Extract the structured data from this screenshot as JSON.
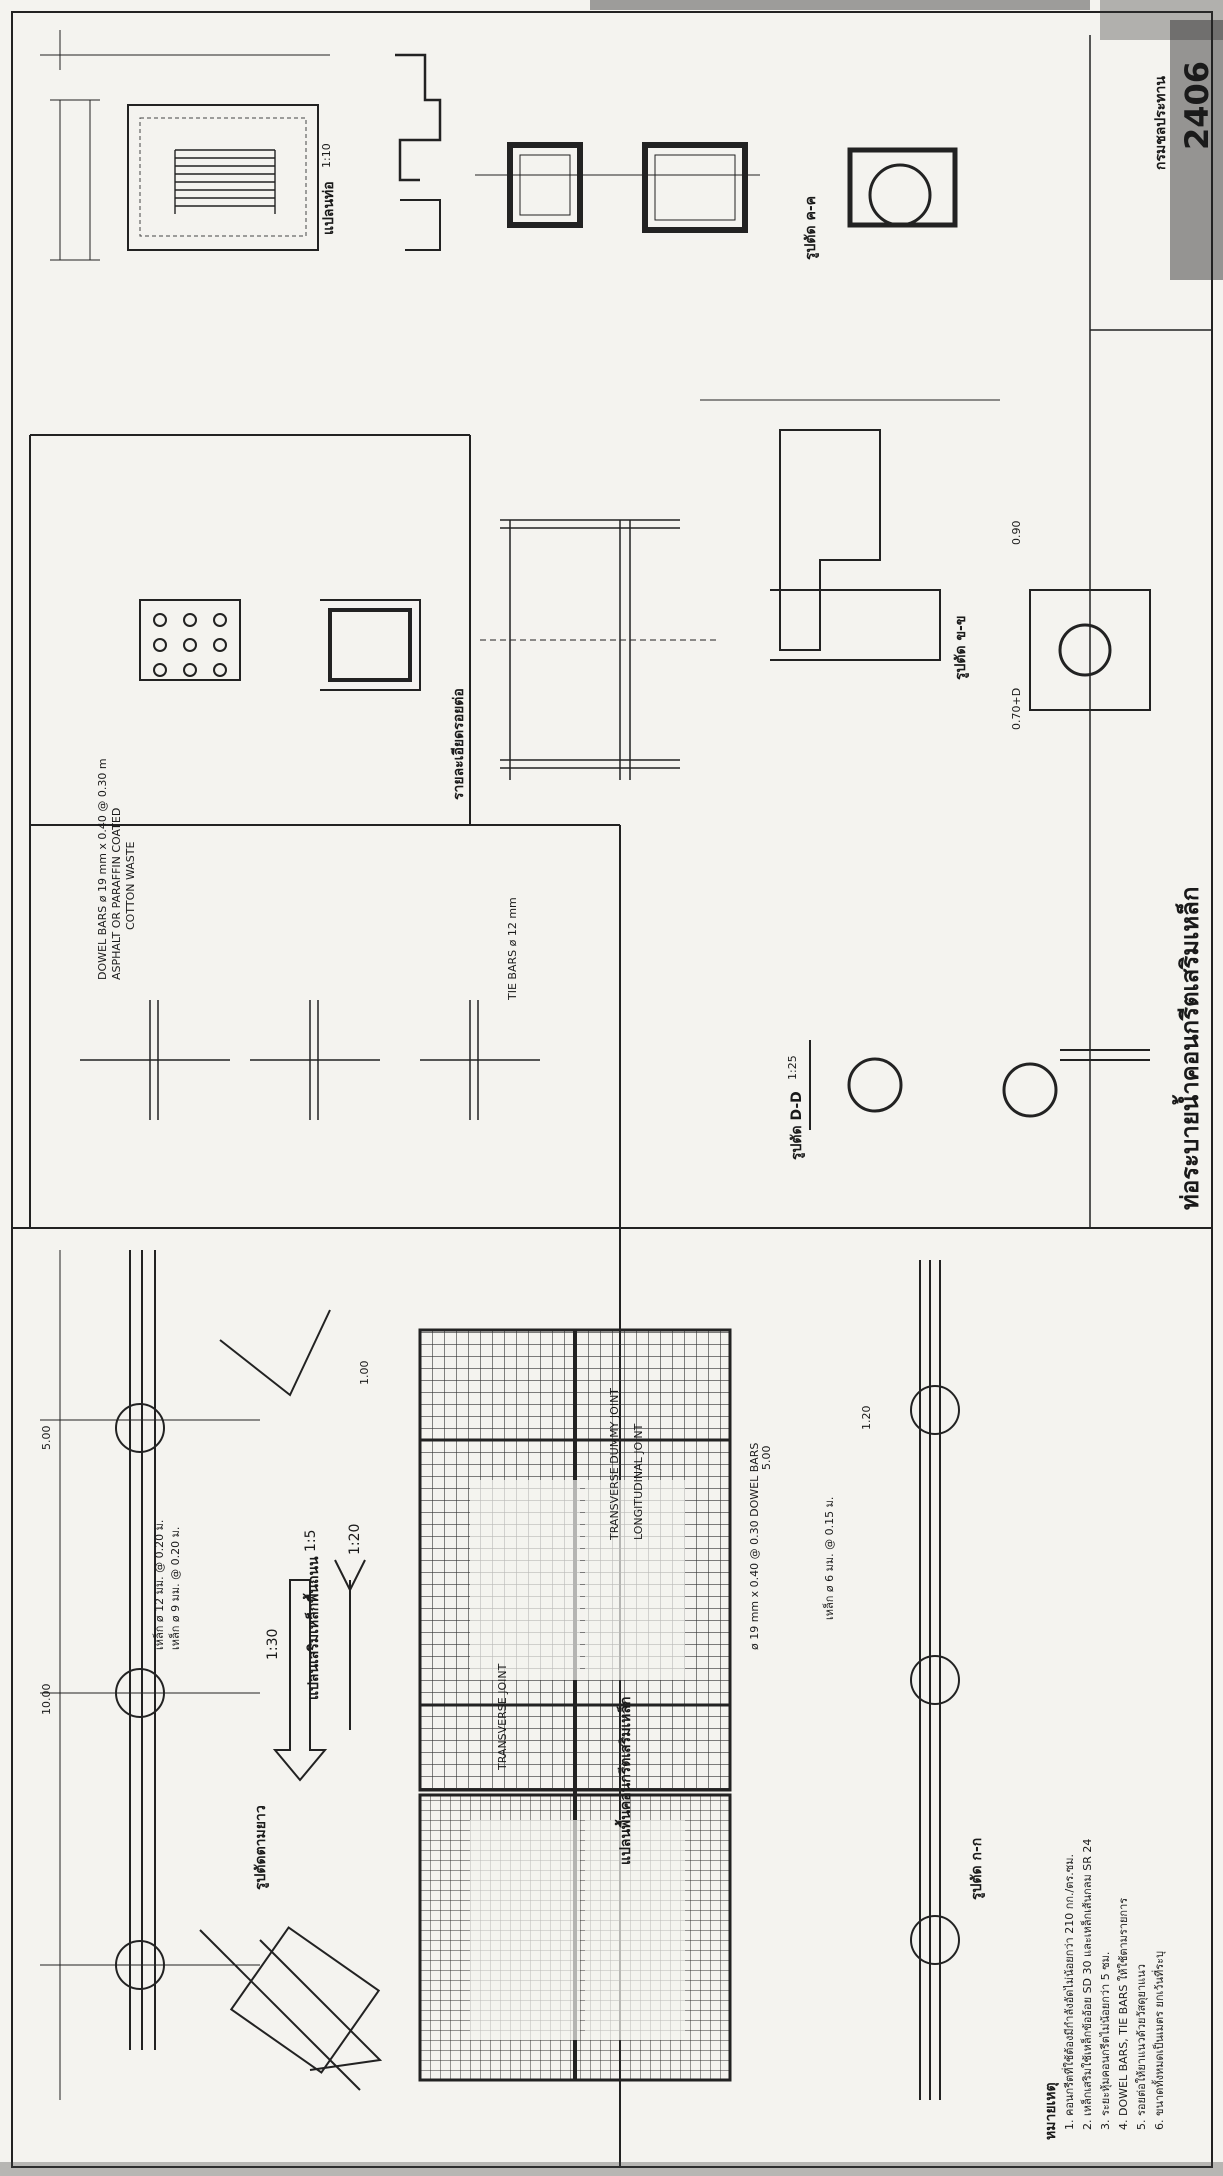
{
  "title_block": {
    "project_id": "2406",
    "dept_text": "กรมชลประทาน",
    "scale_text": "1:30"
  },
  "sections": {
    "main_title": "ท่อระบายน้ำคอนกรีตเสริมเหล็ก",
    "pipe_plan": "แปลนท่อ",
    "section_a": "รูปตัด ก-ก",
    "section_b": "รูปตัด ข-ข",
    "section_c": "รูปตัด ค-ค",
    "section_d": "รูปตัด D-D",
    "reinforce_plan": "แปลนเสริมเหล็กพื้นถนน",
    "long_section": "รูปตัดตามยาว",
    "slab_plan": "แปลนพื้นคอนกรีตเสริมเหล็ก",
    "joint_detail": "รายละเอียดรอยต่อ",
    "notes_title": "หมายเหตุ"
  },
  "scales": {
    "s110": "1:10",
    "s120": "1:20",
    "s125": "1:25",
    "s130": "1:30",
    "s15": "1:5"
  },
  "labels": {
    "transverse_joint": "TRANSVERSE JOINT",
    "transverse_dummy": "TRANSVERSE DUMMY JOINT",
    "longitudinal_joint": "LONGITUDINAL JOINT",
    "dowel_bars": "DOWEL BARS",
    "tie_bars": "TIE BARS",
    "dowel_spec": "ø 19 mm x 0.40 @ 0.30 DOWEL BARS",
    "dowel_spec2": "DOWEL BARS ø 19 mm x 0.40 @ 0.30 m",
    "asphalt": "ASPHALT OR PARAFFIN COATED",
    "cotton_waste": "COTTON WASTE",
    "tie_spec": "TIE BARS ø 12 mm",
    "dim_1000": "10.00",
    "dim_500": "5.00",
    "dim_100": "1.00",
    "dim_120": "1.20",
    "dim_090": "0.90",
    "dim_070": "0.70+D",
    "rebar_1": "เหล็ก ø 12 มม. @ 0.20 ม.",
    "rebar_2": "เหล็ก ø 9 มม. @ 0.20 ม.",
    "rebar_3": "เหล็ก ø 6 มม. @ 0.15 ม."
  },
  "notes": [
    "1. คอนกรีตที่ใช้ต้องมีกำลังอัดไม่น้อยกว่า 210 กก./ตร.ซม.",
    "2. เหล็กเสริมใช้เหล็กข้ออ้อย SD 30 และเหล็กเส้นกลม SR 24",
    "3. ระยะหุ้มคอนกรีตไม่น้อยกว่า 5 ซม.",
    "4. DOWEL BARS, TIE BARS ให้ใช้ตามรายการ",
    "5. รอยต่อให้ยาแนวด้วยวัสดุยาแนว",
    "6. ขนาดทั้งหมดเป็นเมตร ยกเว้นที่ระบุ"
  ]
}
